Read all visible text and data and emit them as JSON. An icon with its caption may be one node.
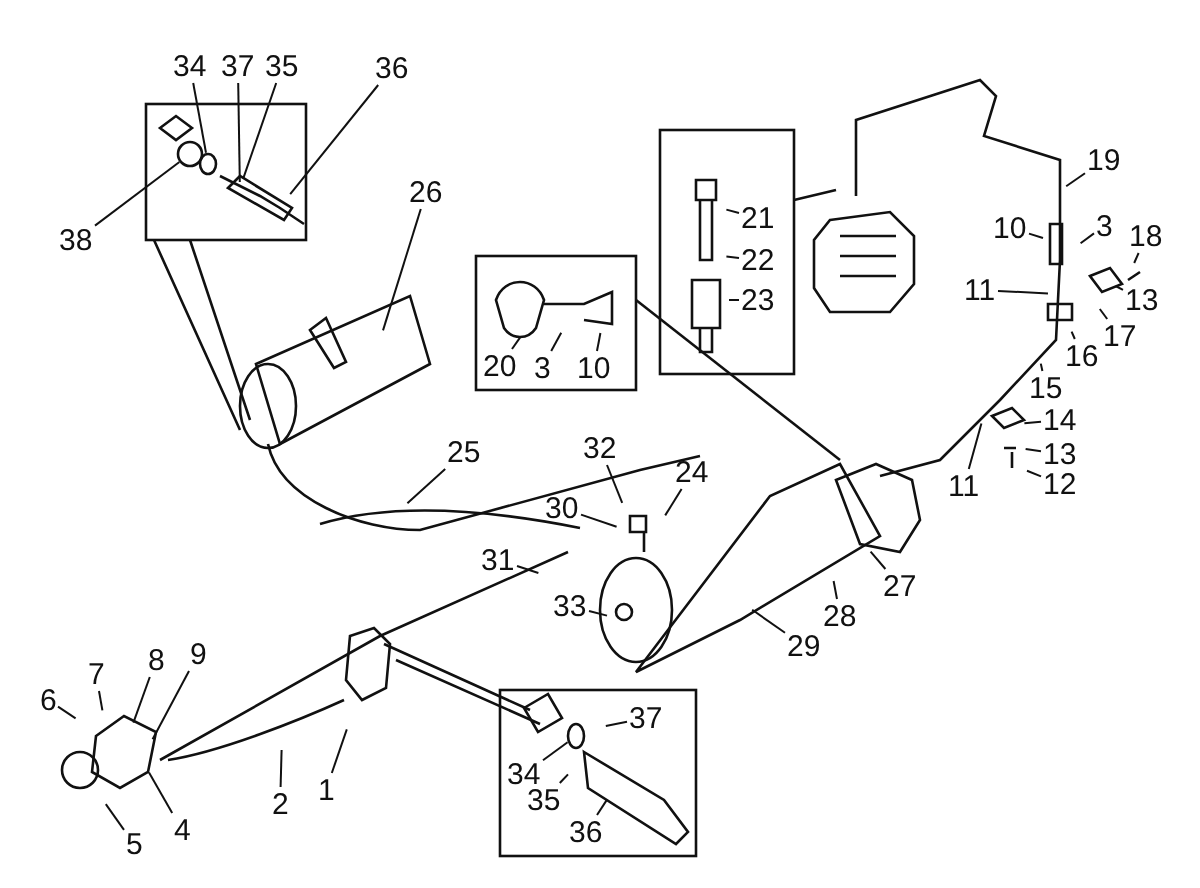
{
  "diagram": {
    "nodes": [
      {
        "text": [
          "34"
        ]
      },
      {
        "text": [
          "37"
        ]
      },
      {
        "text": [
          "35"
        ]
      },
      {
        "text": [
          "36"
        ]
      },
      {
        "text": [
          "38"
        ]
      },
      {
        "text": [
          "26"
        ]
      },
      {
        "text": [
          "21"
        ]
      },
      {
        "text": [
          "19"
        ]
      },
      {
        "text": [
          "3"
        ]
      },
      {
        "text": [
          "10"
        ]
      },
      {
        "text": [
          "18"
        ]
      },
      {
        "text": [
          "22"
        ]
      },
      {
        "text": [
          "11"
        ]
      },
      {
        "text": [
          "13"
        ]
      },
      {
        "text": [
          "23"
        ]
      },
      {
        "text": [
          "17"
        ]
      },
      {
        "text": [
          "20"
        ]
      },
      {
        "text": [
          "3"
        ]
      },
      {
        "text": [
          "10"
        ]
      },
      {
        "text": [
          "16"
        ]
      },
      {
        "text": [
          "15"
        ]
      },
      {
        "text": [
          "14"
        ]
      },
      {
        "text": [
          "25"
        ]
      },
      {
        "text": [
          "32"
        ]
      },
      {
        "text": [
          "24"
        ]
      },
      {
        "text": [
          "13"
        ]
      },
      {
        "text": [
          "11"
        ]
      },
      {
        "text": [
          "12"
        ]
      },
      {
        "text": [
          "30"
        ]
      },
      {
        "text": [
          "31"
        ]
      },
      {
        "text": [
          "27"
        ]
      },
      {
        "text": [
          "33"
        ]
      },
      {
        "text": [
          "28"
        ]
      },
      {
        "text": [
          "29"
        ]
      },
      {
        "text": [
          "9"
        ]
      },
      {
        "text": [
          "8"
        ]
      },
      {
        "text": [
          "7"
        ]
      },
      {
        "text": [
          "6"
        ]
      },
      {
        "text": [
          "37"
        ]
      },
      {
        "text": [
          "1"
        ]
      },
      {
        "text": [
          "2"
        ]
      },
      {
        "text": [
          "34"
        ]
      },
      {
        "text": [
          "35"
        ]
      },
      {
        "text": [
          "4"
        ]
      },
      {
        "text": [
          "5"
        ]
      },
      {
        "text": [
          "36"
        ]
      },
      {
        "text": [],
        "shape": "circle"
      },
      {
        "text": [],
        "shape": "circle"
      },
      {
        "text": [],
        "shape": "circle"
      }
    ],
    "edges": [
      {
        "from": 0,
        "to": 46,
        "arrow": "none"
      },
      {
        "from": 1,
        "to": null,
        "arrow": "none"
      },
      {
        "from": 2,
        "to": null,
        "arrow": "none"
      },
      {
        "from": 3,
        "to": null,
        "arrow": "none"
      },
      {
        "from": 4,
        "to": 47,
        "arrow": "none"
      },
      {
        "from": 5,
        "to": null,
        "arrow": "none"
      },
      {
        "from": 6,
        "to": null,
        "arrow": "none"
      },
      {
        "from": 7,
        "to": null,
        "arrow": "none"
      },
      {
        "from": 8,
        "to": null,
        "arrow": "none"
      },
      {
        "from": 9,
        "to": null,
        "arrow": "none"
      },
      {
        "from": 10,
        "to": null,
        "arrow": "none"
      },
      {
        "from": 11,
        "to": null,
        "arrow": "none"
      },
      {
        "from": 12,
        "to": null,
        "arrow": "none"
      },
      {
        "from": 13,
        "to": null,
        "arrow": "none"
      },
      {
        "from": 14,
        "to": null,
        "arrow": "none"
      },
      {
        "from": 15,
        "to": null,
        "arrow": "none"
      },
      {
        "from": 16,
        "to": null,
        "arrow": "none"
      },
      {
        "from": 17,
        "to": null,
        "arrow": "none"
      },
      {
        "from": 18,
        "to": null,
        "arrow": "none"
      },
      {
        "from": 19,
        "to": null,
        "arrow": "none"
      },
      {
        "from": 20,
        "to": null,
        "arrow": "none"
      },
      {
        "from": 21,
        "to": null,
        "arrow": "none"
      },
      {
        "from": 22,
        "to": null,
        "arrow": "none"
      },
      {
        "from": 23,
        "to": null,
        "arrow": "none"
      },
      {
        "from": 24,
        "to": null,
        "arrow": "none"
      },
      {
        "from": 25,
        "to": null,
        "arrow": "none"
      },
      {
        "from": 26,
        "to": null,
        "arrow": "none"
      },
      {
        "from": 27,
        "to": null,
        "arrow": "none"
      },
      {
        "from": 28,
        "to": null,
        "arrow": "none"
      },
      {
        "from": 29,
        "to": null,
        "arrow": "none"
      },
      {
        "from": 30,
        "to": null,
        "arrow": "none"
      },
      {
        "from": 31,
        "to": null,
        "arrow": "none"
      },
      {
        "from": 32,
        "to": null,
        "arrow": "none"
      },
      {
        "from": 33,
        "to": null,
        "arrow": "none"
      },
      {
        "from": 34,
        "to": null,
        "arrow": "none"
      },
      {
        "from": 35,
        "to": null,
        "arrow": "none"
      },
      {
        "from": 36,
        "to": null,
        "arrow": "none"
      },
      {
        "from": 37,
        "to": null,
        "arrow": "none"
      },
      {
        "from": 38,
        "to": null,
        "arrow": "none"
      },
      {
        "from": 39,
        "to": null,
        "arrow": "none"
      },
      {
        "from": 40,
        "to": null,
        "arrow": "none"
      },
      {
        "from": 41,
        "to": 48,
        "arrow": "none"
      },
      {
        "from": 42,
        "to": null,
        "arrow": "none"
      },
      {
        "from": 43,
        "to": null,
        "arrow": "none"
      },
      {
        "from": 44,
        "to": null,
        "arrow": "none"
      },
      {
        "from": 45,
        "to": null,
        "arrow": "none"
      }
    ]
  }
}
